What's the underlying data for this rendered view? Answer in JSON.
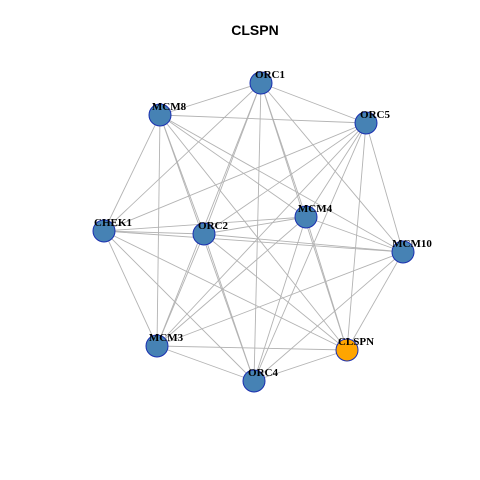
{
  "title": "CLSPN",
  "colors": {
    "default_node": "#4682b4",
    "highlight_node": "#ffa500",
    "node_border": "#1a2fb0",
    "edge": "#b3b3b3"
  },
  "nodes": [
    {
      "id": "ORC1",
      "label": "ORC1",
      "highlight": false
    },
    {
      "id": "ORC5",
      "label": "ORC5",
      "highlight": false
    },
    {
      "id": "MCM10",
      "label": "MCM10",
      "highlight": false
    },
    {
      "id": "CLSPN",
      "label": "CLSPN",
      "highlight": true
    },
    {
      "id": "ORC4",
      "label": "ORC4",
      "highlight": false
    },
    {
      "id": "MCM3",
      "label": "MCM3",
      "highlight": false
    },
    {
      "id": "CHEK1",
      "label": "CHEK1",
      "highlight": false
    },
    {
      "id": "MCM8",
      "label": "MCM8",
      "highlight": false
    },
    {
      "id": "ORC2",
      "label": "ORC2",
      "highlight": false
    },
    {
      "id": "MCM4",
      "label": "MCM4",
      "highlight": false
    }
  ],
  "edges": [
    [
      "ORC1",
      "ORC5"
    ],
    [
      "ORC1",
      "MCM10"
    ],
    [
      "ORC1",
      "CLSPN"
    ],
    [
      "ORC1",
      "ORC4"
    ],
    [
      "ORC1",
      "MCM3"
    ],
    [
      "ORC1",
      "CHEK1"
    ],
    [
      "ORC1",
      "MCM8"
    ],
    [
      "ORC1",
      "ORC2"
    ],
    [
      "ORC1",
      "MCM4"
    ],
    [
      "ORC5",
      "MCM10"
    ],
    [
      "ORC5",
      "CLSPN"
    ],
    [
      "ORC5",
      "ORC4"
    ],
    [
      "ORC5",
      "MCM3"
    ],
    [
      "ORC5",
      "CHEK1"
    ],
    [
      "ORC5",
      "MCM8"
    ],
    [
      "ORC5",
      "ORC2"
    ],
    [
      "ORC5",
      "MCM4"
    ],
    [
      "MCM10",
      "CLSPN"
    ],
    [
      "MCM10",
      "ORC4"
    ],
    [
      "MCM10",
      "MCM3"
    ],
    [
      "MCM10",
      "CHEK1"
    ],
    [
      "MCM10",
      "MCM8"
    ],
    [
      "MCM10",
      "ORC2"
    ],
    [
      "MCM10",
      "MCM4"
    ],
    [
      "CLSPN",
      "ORC4"
    ],
    [
      "CLSPN",
      "MCM3"
    ],
    [
      "CLSPN",
      "CHEK1"
    ],
    [
      "CLSPN",
      "MCM8"
    ],
    [
      "CLSPN",
      "ORC2"
    ],
    [
      "CLSPN",
      "MCM4"
    ],
    [
      "ORC4",
      "MCM3"
    ],
    [
      "ORC4",
      "CHEK1"
    ],
    [
      "ORC4",
      "MCM8"
    ],
    [
      "ORC4",
      "ORC2"
    ],
    [
      "ORC4",
      "MCM4"
    ],
    [
      "MCM3",
      "CHEK1"
    ],
    [
      "MCM3",
      "MCM8"
    ],
    [
      "MCM3",
      "ORC2"
    ],
    [
      "MCM3",
      "MCM4"
    ],
    [
      "CHEK1",
      "MCM8"
    ],
    [
      "CHEK1",
      "ORC2"
    ],
    [
      "CHEK1",
      "MCM4"
    ],
    [
      "MCM8",
      "ORC2"
    ],
    [
      "MCM8",
      "MCM4"
    ],
    [
      "ORC2",
      "MCM4"
    ]
  ]
}
